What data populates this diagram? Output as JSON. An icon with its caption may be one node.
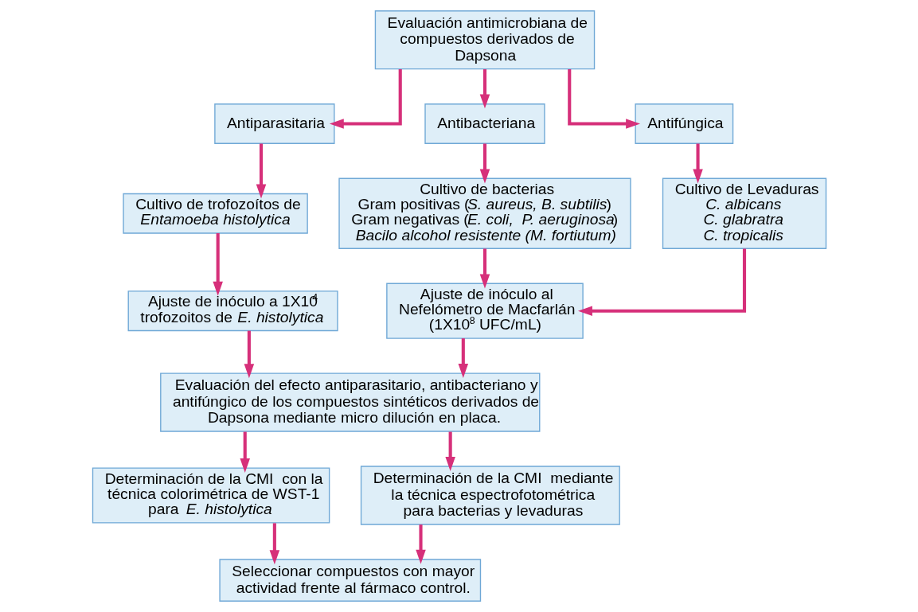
{
  "diagram": {
    "nodes": [
      {
        "text": [
          "Evaluación antimicrobiana de compuestos derivados de Dapsona"
        ]
      },
      {
        "text": [
          "Antiparasitaria"
        ]
      },
      {
        "text": [
          "Antibacteriana"
        ]
      },
      {
        "text": [
          "Antifúngica"
        ]
      },
      {
        "text": [
          "Cultivo de trofozoítos de *Entamoeba histolytica*"
        ]
      },
      {
        "text": [
          "Cultivo de bacterias",
          "Gram positivas (*S. aureus, B. subtilis*)",
          "Gram negativas (*E. coli,  P. aeruginosa*)",
          "*Bacilo alcohol resistente (M. fortiutum)*"
        ]
      },
      {
        "text": [
          "Cultivo de Levaduras",
          "*C. albicans*",
          "*C. glabratra*",
          "*C. tropicalis*"
        ]
      },
      {
        "text": [
          "Ajuste de inóculo a 1X10$^{4}$ trofozoitos de *E. histolytica*"
        ]
      },
      {
        "text": [
          "Ajuste de inóculo al Nefelómetro de Macfarlán (1X10$^{8}$ UFC/mL)"
        ]
      },
      {
        "text": [
          "Evaluación del efecto antiparasitario, antibacteriano y antifúngico de los compuestos sintéticos derivados de Dapsona mediante micro dilución en placa."
        ]
      },
      {
        "text": [
          "Determinación de la CMI  con la técnica colorimétrica de WST-1 para *E. histolytica*"
        ]
      },
      {
        "text": [
          "Determinación de la CMI  mediante la técnica espectrofotométrica para bacterias y levaduras"
        ]
      },
      {
        "text": [
          "Seleccionar compuestos con mayor actividad frente al fármaco control."
        ]
      }
    ],
    "edges": [
      {
        "from": 0,
        "to": 1,
        "arrow": "to"
      },
      {
        "from": 0,
        "to": 2,
        "arrow": "to"
      },
      {
        "from": 0,
        "to": 3,
        "arrow": "to"
      },
      {
        "from": 1,
        "to": 4,
        "arrow": "to"
      },
      {
        "from": 2,
        "to": 5,
        "arrow": "to"
      },
      {
        "from": 3,
        "to": 6,
        "arrow": "to"
      },
      {
        "from": 4,
        "to": 7,
        "arrow": "to"
      },
      {
        "from": 5,
        "to": 8,
        "arrow": "to"
      },
      {
        "from": 6,
        "to": 8,
        "arrow": "to"
      },
      {
        "from": 7,
        "to": 9,
        "arrow": "to"
      },
      {
        "from": 8,
        "to": 9,
        "arrow": "to"
      },
      {
        "from": 9,
        "to": 10,
        "arrow": "to"
      },
      {
        "from": 9,
        "to": 11,
        "arrow": "to"
      },
      {
        "from": 10,
        "to": 12,
        "arrow": "to"
      },
      {
        "from": 11,
        "to": 12,
        "arrow": "to"
      }
    ]
  }
}
